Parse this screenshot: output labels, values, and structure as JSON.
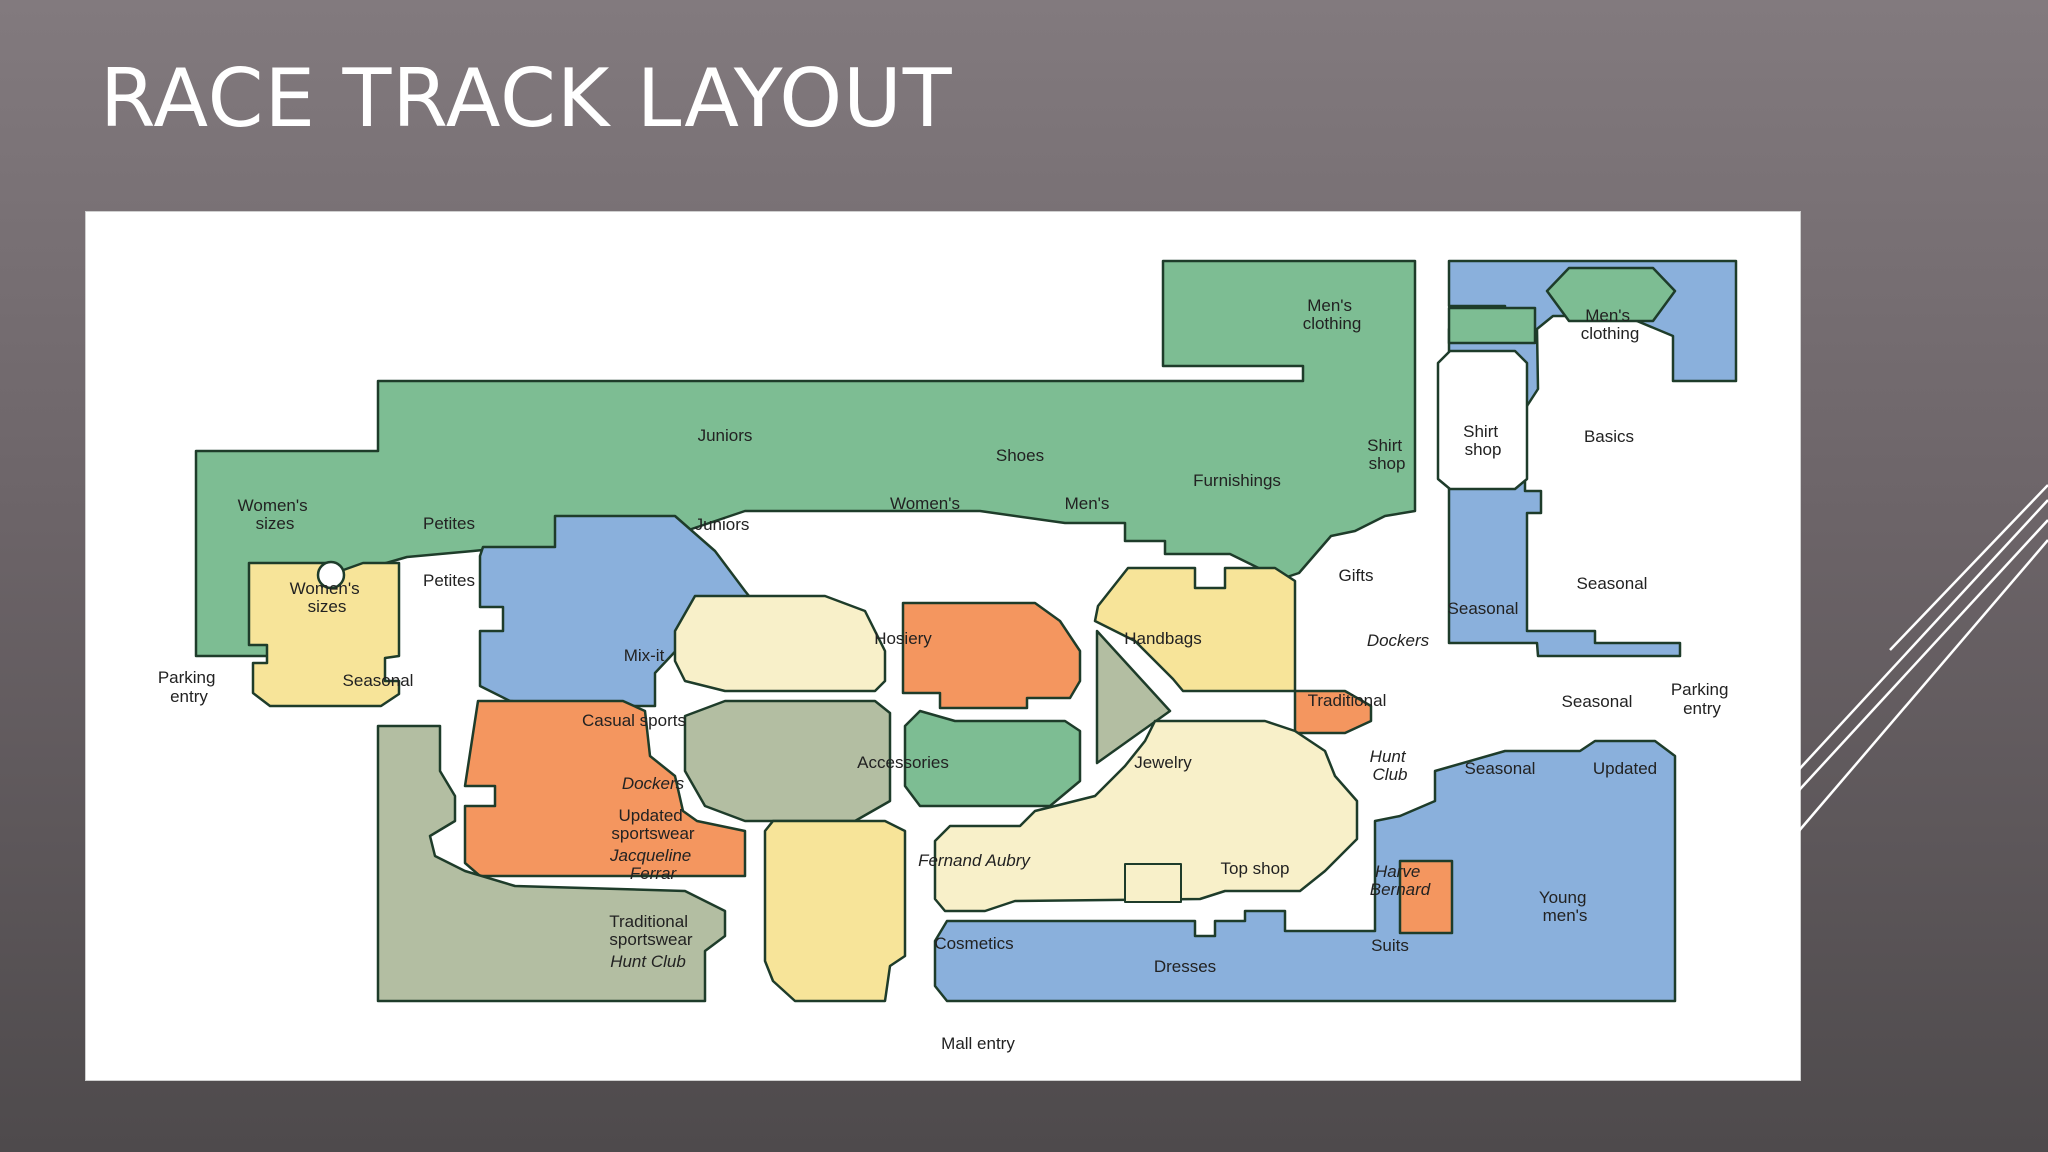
{
  "slide": {
    "title": "RACE TRACK LAYOUT"
  },
  "colors": {
    "green": "#7dbd93",
    "blue": "#8ab0dc",
    "yellow": "#f7e499",
    "cream": "#f8f0c9",
    "orange": "#f4965f",
    "sage": "#b3bea2",
    "outline": "#1e3c2a"
  },
  "map": {
    "entries": {
      "left_parking": [
        "Parking",
        "entry"
      ],
      "right_parking": [
        "Parking",
        "entry"
      ],
      "mall": "Mall entry"
    },
    "top_green": {
      "mens_clothing": [
        "Men's",
        "clothing"
      ],
      "juniors": "Juniors",
      "shoes": "Shoes",
      "womens": "Women's",
      "mens": "Men's",
      "furnishings": "Furnishings",
      "shirt_shop": [
        "Shirt",
        "shop"
      ],
      "womens_sizes": [
        "Women's",
        "sizes"
      ],
      "petites": "Petites"
    },
    "right_column": {
      "mens_clothing": [
        "Men's",
        "clothing"
      ],
      "shirt_shop": [
        "Shirt",
        "shop"
      ],
      "basics": "Basics",
      "seasonal": "Seasonal",
      "seasonal_orange": "Seasonal",
      "updated": "Updated",
      "young_mens": [
        "Young",
        "men's"
      ]
    },
    "left_yellow": {
      "womens_sizes": [
        "Women's",
        "sizes"
      ],
      "petites": "Petites",
      "seasonal": "Seasonal"
    },
    "juniors_block": {
      "juniors": "Juniors",
      "mix_it": "Mix-it"
    },
    "center": {
      "hosiery": "Hosiery",
      "handbags": "Handbags",
      "accessories": "Accessories",
      "jewelry": "Jewelry",
      "traditional": "Traditional",
      "fernand_aubry": "Fernand Aubry",
      "cosmetics": "Cosmetics"
    },
    "gifts_block": {
      "gifts": "Gifts",
      "seasonal": "Seasonal",
      "dockers": "Dockers"
    },
    "casual_block": {
      "casual_sports": "Casual sports",
      "dockers": "Dockers",
      "updated_sportswear": [
        "Updated",
        "sportswear"
      ],
      "jacqueline_ferrar": [
        "Jacqueline",
        "Ferrar"
      ]
    },
    "sage_block": {
      "traditional_sportswear": [
        "Traditional",
        "sportswear"
      ],
      "hunt_club": "Hunt Club"
    },
    "cream_right": {
      "hunt_club": [
        "Hunt",
        "Club"
      ],
      "seasonal": "Seasonal",
      "top_shop": "Top shop",
      "harve_bernard": [
        "Harve",
        "Bernard"
      ]
    },
    "bottom_blue": {
      "dresses": "Dresses",
      "suits": "Suits"
    }
  }
}
